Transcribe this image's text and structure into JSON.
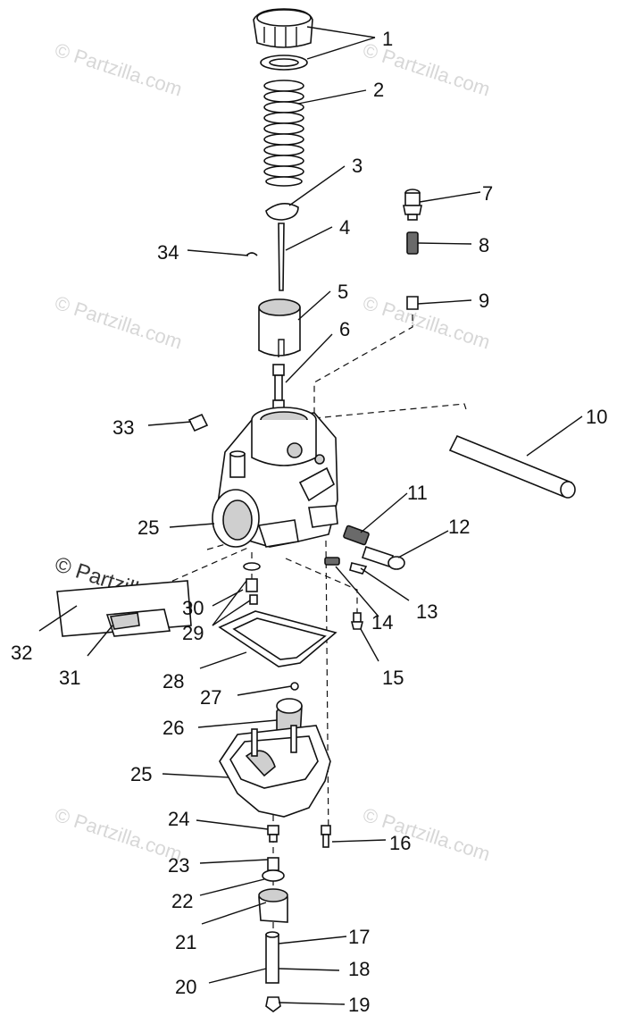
{
  "watermark": {
    "text": "© Partzilla.com",
    "prominent_text": "© Partzilla.com"
  },
  "callouts": [
    {
      "id": "c1",
      "label": "1"
    },
    {
      "id": "c2",
      "label": "2"
    },
    {
      "id": "c3",
      "label": "3"
    },
    {
      "id": "c4",
      "label": "4"
    },
    {
      "id": "c5",
      "label": "5"
    },
    {
      "id": "c6",
      "label": "6"
    },
    {
      "id": "c7",
      "label": "7"
    },
    {
      "id": "c8",
      "label": "8"
    },
    {
      "id": "c9",
      "label": "9"
    },
    {
      "id": "c10",
      "label": "10"
    },
    {
      "id": "c11",
      "label": "11"
    },
    {
      "id": "c12",
      "label": "12"
    },
    {
      "id": "c13",
      "label": "13"
    },
    {
      "id": "c14",
      "label": "14"
    },
    {
      "id": "c15",
      "label": "15"
    },
    {
      "id": "c16",
      "label": "16"
    },
    {
      "id": "c17",
      "label": "17"
    },
    {
      "id": "c18",
      "label": "18"
    },
    {
      "id": "c19",
      "label": "19"
    },
    {
      "id": "c20",
      "label": "20"
    },
    {
      "id": "c21",
      "label": "21"
    },
    {
      "id": "c22",
      "label": "22"
    },
    {
      "id": "c23",
      "label": "23"
    },
    {
      "id": "c24",
      "label": "24"
    },
    {
      "id": "c25a",
      "label": "25"
    },
    {
      "id": "c25b",
      "label": "25"
    },
    {
      "id": "c26",
      "label": "26"
    },
    {
      "id": "c27",
      "label": "27"
    },
    {
      "id": "c28",
      "label": "28"
    },
    {
      "id": "c29",
      "label": "29"
    },
    {
      "id": "c30",
      "label": "30"
    },
    {
      "id": "c31",
      "label": "31"
    },
    {
      "id": "c32",
      "label": "32"
    },
    {
      "id": "c33",
      "label": "33"
    },
    {
      "id": "c34",
      "label": "34"
    }
  ]
}
